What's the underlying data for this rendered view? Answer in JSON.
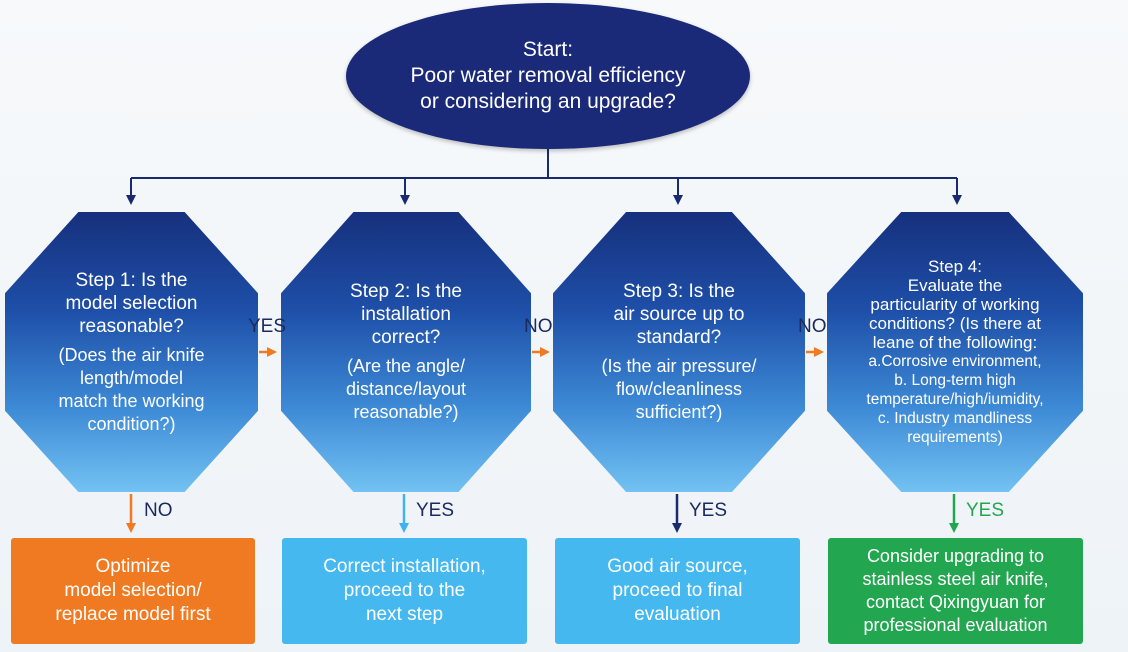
{
  "start": {
    "title": "Start:",
    "question": "Poor water removal efficiency\nor considering an upgrade?"
  },
  "steps": [
    {
      "title": "Step 1: Is the\nmodel selection\nreasonable?",
      "body": "(Does the air knife\nlength/model\nmatch the working\ncondition?)"
    },
    {
      "title": "Step 2: Is the\ninstallation\ncorrect?",
      "body": "(Are the angle/\ndistance/layout\nreasonable?)"
    },
    {
      "title": "Step 3: Is the\nair source up to\nstandard?",
      "body": "(Is the air pressure/\nflow/cleanliness\nsufficient?)"
    },
    {
      "title": "Step 4:\nEvaluate the\nparticularity of working\nconditions? (Is there at\nleane of the following:",
      "body": "a.Corrosive environment,\nb. Long-term high\ntemperature/high/iumidity,\nc. Industry mandliness\nrequirements)"
    }
  ],
  "between_labels": [
    "YES",
    "NO",
    "NO"
  ],
  "down_labels": [
    "NO",
    "YES",
    "YES",
    "YES"
  ],
  "results": [
    "Optimize\nmodel selection/\nreplace model first",
    "Correct installation,\nproceed to the\nnext step",
    "Good air source,\nproceed to final\nevaluation",
    "Consider upgrading to\nstainless steel air knife,\ncontact Qixingyuan for\nprofessional evaluation"
  ],
  "colors": {
    "start_fill": "#1a2a78",
    "connector": "#1a2a6e",
    "arrow_orange": "#f07a22",
    "arrow_blue": "#3fb3ee",
    "arrow_navy": "#1a2a6e",
    "arrow_green": "#22a650",
    "result_orange": "#f07a22",
    "result_blue": "#46b8f0",
    "result_green": "#22a650"
  }
}
